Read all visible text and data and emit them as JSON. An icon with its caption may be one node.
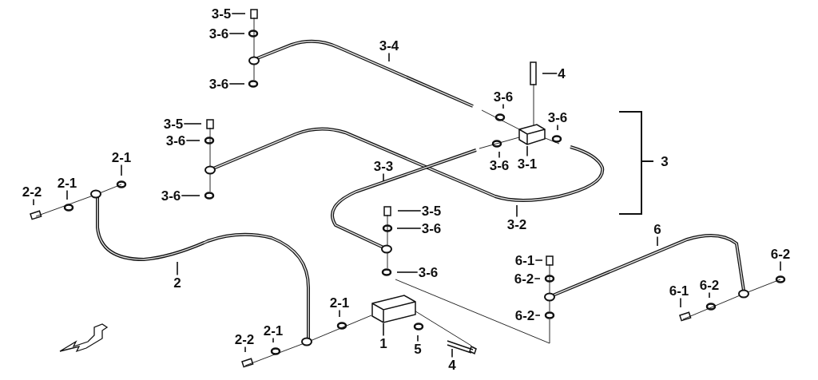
{
  "diagram": {
    "nodes": [
      {
        "text": [
          "3-5"
        ]
      },
      {
        "text": [
          "3-6"
        ]
      },
      {
        "text": [
          "3-4"
        ]
      },
      {
        "text": [
          "3-6"
        ]
      },
      {
        "text": [
          "4"
        ]
      },
      {
        "text": [
          "3-6"
        ]
      },
      {
        "text": [
          "3-6"
        ]
      },
      {
        "text": [
          "3-5"
        ]
      },
      {
        "text": [
          "3-6"
        ]
      },
      {
        "text": [
          "3-3"
        ]
      },
      {
        "text": [
          "3-6"
        ]
      },
      {
        "text": [
          "3-1"
        ]
      },
      {
        "text": [
          "2-1"
        ]
      },
      {
        "text": [
          "2-2"
        ]
      },
      {
        "text": [
          "2-1"
        ]
      },
      {
        "text": [
          "3-6"
        ]
      },
      {
        "text": [
          "3-2"
        ]
      },
      {
        "text": [
          "3-5"
        ]
      },
      {
        "text": [
          "3-6"
        ]
      },
      {
        "text": [
          "6"
        ]
      },
      {
        "text": [
          "2"
        ]
      },
      {
        "text": [
          "6-1"
        ]
      },
      {
        "text": [
          "3-6"
        ]
      },
      {
        "text": [
          "6-2"
        ]
      },
      {
        "text": [
          "6-2"
        ]
      },
      {
        "text": [
          "6-2"
        ]
      },
      {
        "text": [
          "6-2"
        ]
      },
      {
        "text": [
          "6-1"
        ]
      },
      {
        "text": [
          "2-1"
        ]
      },
      {
        "text": [
          "1"
        ]
      },
      {
        "text": [
          "5"
        ]
      },
      {
        "text": [
          "2-1"
        ]
      },
      {
        "text": [
          "2-2"
        ]
      },
      {
        "text": [
          "4"
        ]
      }
    ],
    "edges": [
      {
        "from": 0,
        "to": null,
        "arrow": "none"
      },
      {
        "from": 1,
        "to": null,
        "arrow": "none"
      },
      {
        "from": 2,
        "to": null,
        "arrow": "none"
      },
      {
        "from": 3,
        "to": null,
        "arrow": "none"
      },
      {
        "from": 4,
        "to": null,
        "arrow": "none"
      },
      {
        "from": 5,
        "to": null,
        "arrow": "none"
      },
      {
        "from": 6,
        "to": null,
        "arrow": "none"
      },
      {
        "from": 7,
        "to": null,
        "arrow": "none"
      },
      {
        "from": 8,
        "to": null,
        "arrow": "none"
      },
      {
        "from": 9,
        "to": null,
        "arrow": "none"
      },
      {
        "from": 10,
        "to": null,
        "arrow": "none"
      },
      {
        "from": 11,
        "to": null,
        "arrow": "none"
      },
      {
        "from": 12,
        "to": null,
        "arrow": "none"
      },
      {
        "from": 13,
        "to": null,
        "arrow": "none"
      },
      {
        "from": 14,
        "to": null,
        "arrow": "none"
      },
      {
        "from": 15,
        "to": null,
        "arrow": "none"
      },
      {
        "from": 16,
        "to": null,
        "arrow": "none"
      },
      {
        "from": 17,
        "to": null,
        "arrow": "none"
      },
      {
        "from": 18,
        "to": null,
        "arrow": "none"
      },
      {
        "from": 19,
        "to": null,
        "arrow": "none"
      },
      {
        "from": 20,
        "to": null,
        "arrow": "none"
      },
      {
        "from": 21,
        "to": null,
        "arrow": "none"
      },
      {
        "from": 22,
        "to": null,
        "arrow": "none"
      },
      {
        "from": 23,
        "to": null,
        "arrow": "none"
      },
      {
        "from": 24,
        "to": null,
        "arrow": "none"
      },
      {
        "from": 25,
        "to": null,
        "arrow": "none"
      },
      {
        "from": 26,
        "to": null,
        "arrow": "none"
      },
      {
        "from": 27,
        "to": null,
        "arrow": "none"
      },
      {
        "from": 28,
        "to": null,
        "arrow": "none"
      },
      {
        "from": 29,
        "to": null,
        "arrow": "none"
      },
      {
        "from": 30,
        "to": null,
        "arrow": "none"
      },
      {
        "from": 31,
        "to": null,
        "arrow": "none"
      },
      {
        "from": 32,
        "to": null,
        "arrow": "none"
      },
      {
        "from": 33,
        "to": null,
        "arrow": "none"
      }
    ],
    "labels": [
      "3"
    ]
  }
}
